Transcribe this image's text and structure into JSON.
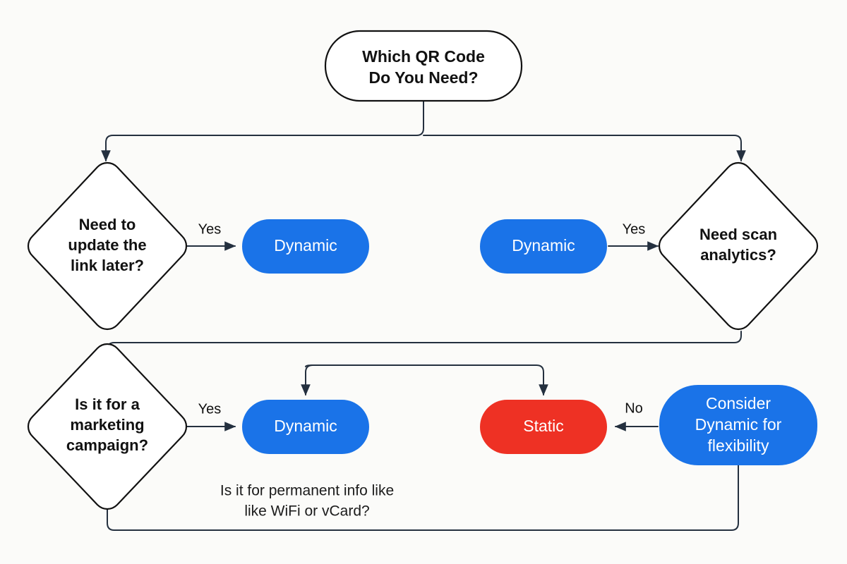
{
  "diagram": {
    "title": "Which QR Code Do You Need?",
    "background_color": "#fbfbf9",
    "accent_blue": "#1a73e8",
    "accent_red": "#ee3124",
    "outline_color": "#111111",
    "connector_color": "#24303f"
  },
  "nodes": {
    "root": {
      "id": "root",
      "shape": "stadium",
      "line1": "Which QR Code",
      "line2": "Do You Need?",
      "fill": "#ffffff",
      "text_color": "#111111"
    },
    "decision_update_link": {
      "id": "decision-update-link",
      "shape": "diamond",
      "line1": "Need to",
      "line2": "update the",
      "line3": "link later?",
      "fill": "#ffffff",
      "text_color": "#111111"
    },
    "dynamic_left_top": {
      "id": "dynamic-left-top",
      "shape": "stadium",
      "label": "Dynamic",
      "fill": "#1a73e8",
      "text_color": "#ffffff"
    },
    "dynamic_right_top": {
      "id": "dynamic-right-top",
      "shape": "stadium",
      "label": "Dynamic",
      "fill": "#1a73e8",
      "text_color": "#ffffff"
    },
    "decision_scan_analytics": {
      "id": "decision-scan-analytics",
      "shape": "diamond",
      "line1": "Need scan",
      "line2": "analytics?",
      "fill": "#ffffff",
      "text_color": "#111111"
    },
    "decision_marketing_campaign": {
      "id": "decision-marketing-campaign",
      "shape": "diamond",
      "line1": "Is it for a",
      "line2": "marketing",
      "line3": "campaign?",
      "fill": "#ffffff",
      "text_color": "#111111"
    },
    "dynamic_bottom": {
      "id": "dynamic-bottom",
      "shape": "stadium",
      "label": "Dynamic",
      "fill": "#1a73e8",
      "text_color": "#ffffff"
    },
    "static_bottom": {
      "id": "static-bottom",
      "shape": "stadium",
      "label": "Static",
      "fill": "#ee3124",
      "text_color": "#ffffff"
    },
    "consider_dynamic": {
      "id": "consider-dynamic",
      "shape": "stadium",
      "line1": "Consider",
      "line2": "Dynamic for",
      "line3": "flexibility",
      "fill": "#1a73e8",
      "text_color": "#ffffff"
    }
  },
  "edge_labels": {
    "update_link_yes": "Yes",
    "scan_analytics_yes": "Yes",
    "marketing_yes": "Yes",
    "consider_no": "No"
  },
  "notes": {
    "permanent_info_line1": "Is it for permanent info like",
    "permanent_info_line2": "like WiFi or vCard?"
  }
}
